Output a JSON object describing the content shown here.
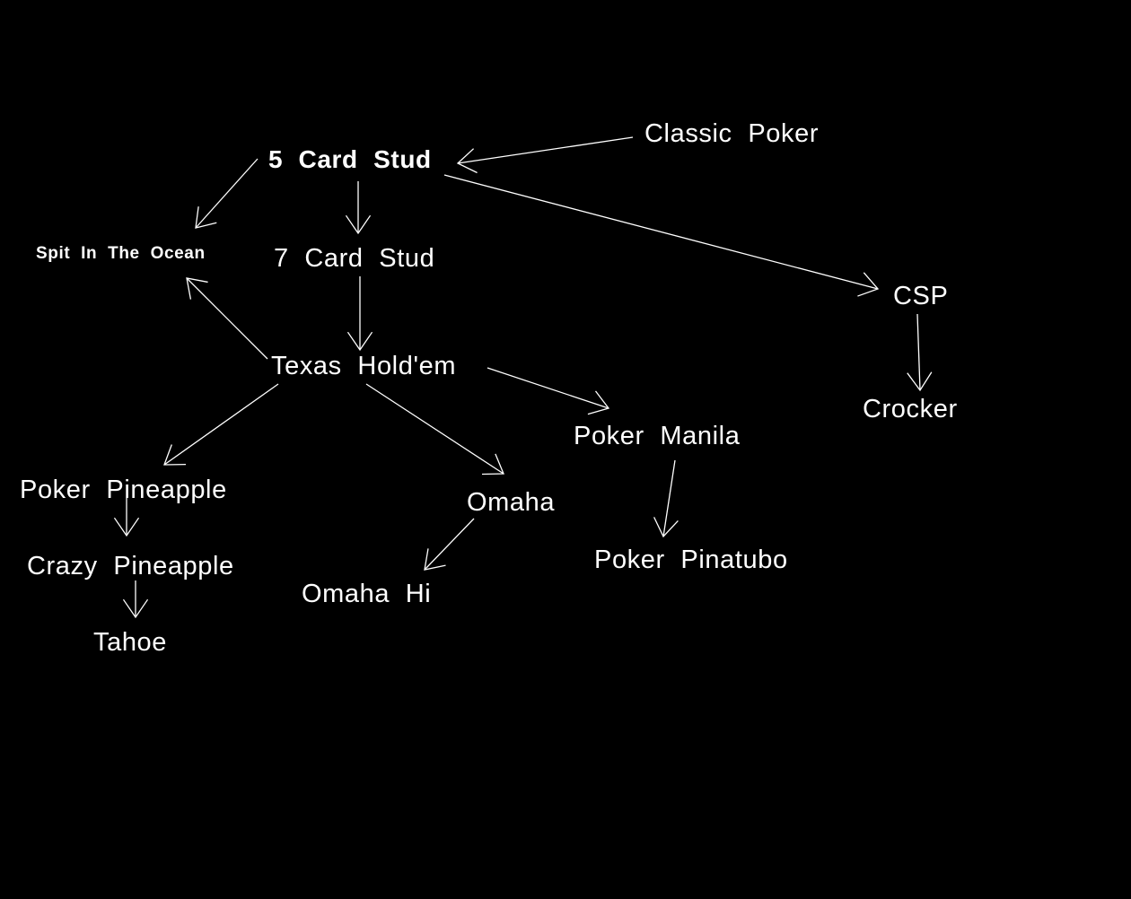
{
  "nodes": {
    "classic_poker": "Classic Poker",
    "five_card_stud": "5 Card Stud",
    "spit_in_the_ocean": "Spit In The Ocean",
    "seven_card_stud": "7 Card Stud",
    "csp": "CSP",
    "texas_holdem": "Texas Hold'em",
    "crocker": "Crocker",
    "poker_manila": "Poker Manila",
    "poker_pineapple": "Poker Pineapple",
    "omaha": "Omaha",
    "crazy_pineapple": "Crazy Pineapple",
    "omaha_hi": "Omaha Hi",
    "poker_pinatubo": "Poker Pinatubo",
    "tahoe": "Tahoe"
  },
  "edges": [
    {
      "from": "classic_poker",
      "to": "five_card_stud"
    },
    {
      "from": "five_card_stud",
      "to": "spit_in_the_ocean"
    },
    {
      "from": "five_card_stud",
      "to": "seven_card_stud"
    },
    {
      "from": "five_card_stud",
      "to": "csp"
    },
    {
      "from": "seven_card_stud",
      "to": "texas_holdem"
    },
    {
      "from": "texas_holdem",
      "to": "spit_in_the_ocean"
    },
    {
      "from": "texas_holdem",
      "to": "poker_manila"
    },
    {
      "from": "texas_holdem",
      "to": "poker_pineapple"
    },
    {
      "from": "texas_holdem",
      "to": "omaha"
    },
    {
      "from": "csp",
      "to": "crocker"
    },
    {
      "from": "poker_manila",
      "to": "poker_pinatubo"
    },
    {
      "from": "poker_pineapple",
      "to": "crazy_pineapple"
    },
    {
      "from": "crazy_pineapple",
      "to": "tahoe"
    },
    {
      "from": "omaha",
      "to": "omaha_hi"
    }
  ],
  "colors": {
    "background": "#000000",
    "foreground": "#ffffff"
  }
}
